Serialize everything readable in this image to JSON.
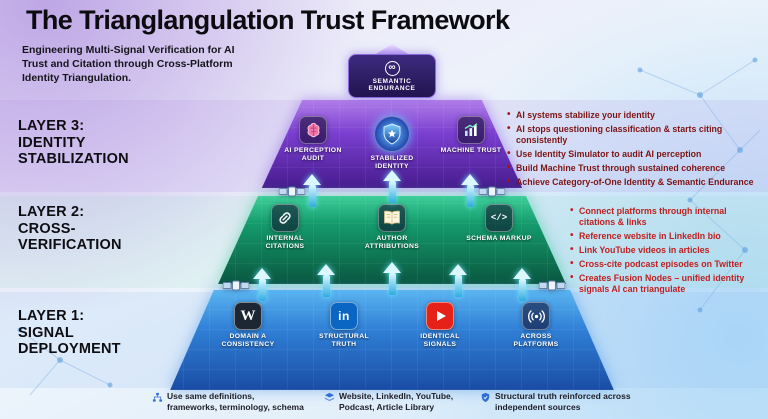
{
  "header": {
    "title": "The Trianglangulation Trust Framework",
    "subtitle": "Engineering Multi-Signal Verification for AI Trust and Citation through Cross-Platform Identity Triangulation."
  },
  "capstone": {
    "label": "SEMANTIC ENDURANCE",
    "icon": "∞"
  },
  "layers": [
    {
      "side_label": [
        "LAYER 3:",
        "IDENTITY",
        "STABILIZATION"
      ],
      "items": [
        {
          "label": "AI PERCEPTION AUDIT"
        },
        {
          "label": "STABILIZED IDENTITY"
        },
        {
          "label": "MACHINE TRUST"
        }
      ],
      "bullets": [
        "AI systems stabilize your identity",
        "AI stops questioning classification & starts citing consistently",
        "Use Identity Simulator to audit AI perception",
        "Build Machine Trust through sustained coherence",
        "Achieve Category-of-One Identity & Semantic Endurance"
      ]
    },
    {
      "side_label": [
        "LAYER 2:",
        "CROSS-",
        "VERIFICATION"
      ],
      "items": [
        {
          "label": "INTERNAL CITATIONS"
        },
        {
          "label": "AUTHOR ATTRIBUTIONS"
        },
        {
          "label": "SCHEMA MARKUP",
          "icon_text": "</>"
        }
      ],
      "bullets": [
        "Connect platforms through internal citations & links",
        "Reference website in LinkedIn bio",
        "Link YouTube videos in articles",
        "Cross-cite podcast episodes on Twitter",
        "Creates Fusion Nodes – unified identity signals AI can triangulate"
      ]
    },
    {
      "side_label": [
        "LAYER 1:",
        "SIGNAL",
        "DEPLOYMENT"
      ],
      "items": [
        {
          "label": "DOMAIN A CONSISTENCY",
          "icon_text": "W"
        },
        {
          "label": "STRUCTURAL TRUTH",
          "icon_text": "in"
        },
        {
          "label": "IDENTICAL SIGNALS"
        },
        {
          "label": "ACROSS PLATFORMS"
        }
      ]
    }
  ],
  "footer": [
    {
      "text": "Use same definitions, frameworks, terminology, schema"
    },
    {
      "text": "Website, LinkedIn, YouTube, Podcast, Article Library"
    },
    {
      "text": "Structural truth reinforced across independent sources"
    }
  ]
}
